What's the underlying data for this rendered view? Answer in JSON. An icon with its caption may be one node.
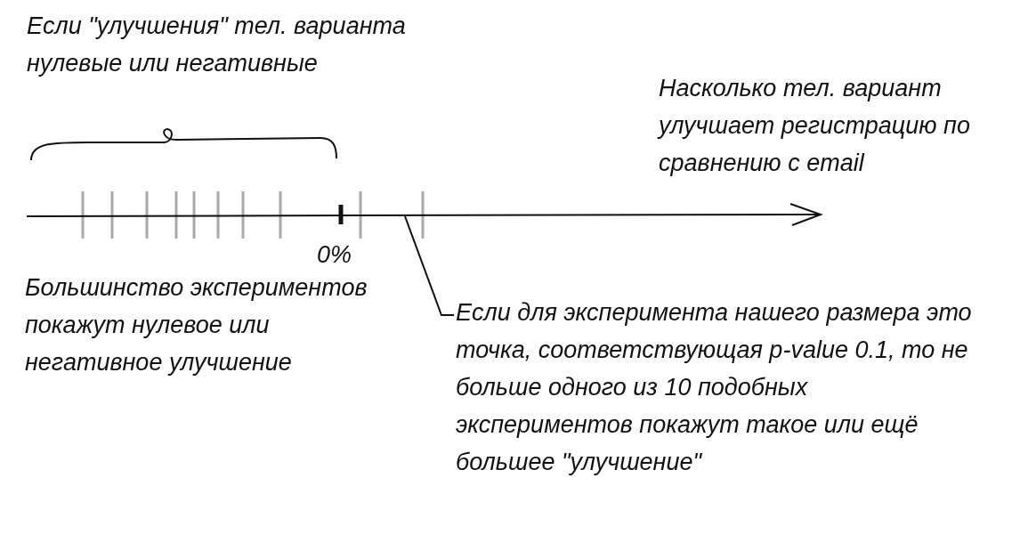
{
  "diagram": {
    "nodes": [
      {
        "text": [
          "Если для эксперимента нашего размера это точка, соответствующая p-value 0.1, то не больше одного из 10 подобных экспериментов покажут такое или ещё большее \"улучшение\""
        ]
      },
      {
        "text": [],
        "shape": "arrow"
      }
    ],
    "edges": [
      {
        "from": 0,
        "to": 1,
        "arrow": "none"
      }
    ],
    "labels": [
      "Если \"улучшения\" тел. варианта нулевые или негативные",
      "Насколько тел. вариант улучшает регистрацию по сравнению с email",
      "0%",
      "Большинство экспериментов покажут нулевое или негативное улучшение"
    ]
  }
}
